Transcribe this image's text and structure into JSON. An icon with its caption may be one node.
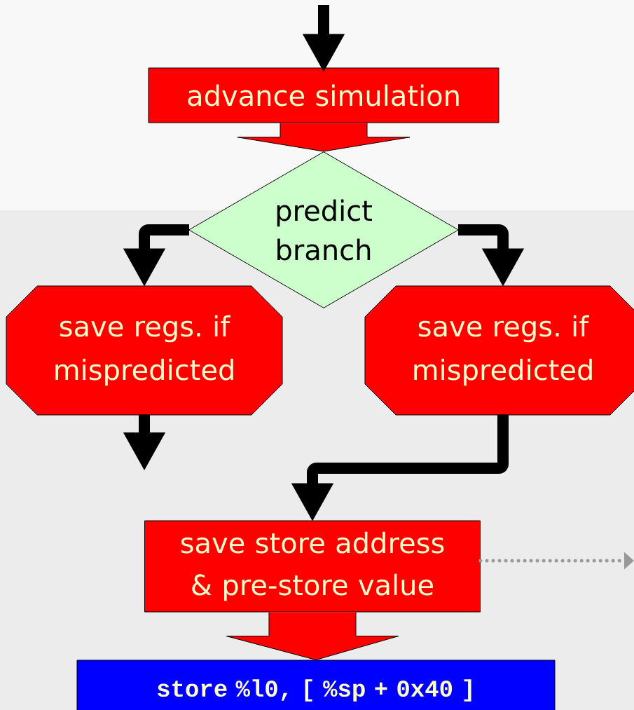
{
  "diagram": {
    "nodes": [
      {
        "text": [
          "advance simulation"
        ]
      },
      {
        "text": [
          "predict branch"
        ]
      },
      {
        "text": [
          "save regs. if mispredicted"
        ]
      },
      {
        "text": [
          "save regs. if mispredicted"
        ]
      },
      {
        "text": [
          "save store address & pre-store value"
        ]
      },
      {
        "text": [
          "store %l0, [ %sp + 0x40 ]"
        ]
      }
    ],
    "edges": [
      {
        "from": null,
        "to": 0,
        "arrow": "to"
      },
      {
        "from": 0,
        "to": 1,
        "arrow": "to",
        "style": "thick",
        "color": "#ff0000"
      },
      {
        "from": 1,
        "to": 2,
        "arrow": "to"
      },
      {
        "from": 1,
        "to": 3,
        "arrow": "to"
      },
      {
        "from": 2,
        "to": null,
        "arrow": "to"
      },
      {
        "from": 3,
        "to": 4,
        "arrow": "to"
      },
      {
        "from": 4,
        "to": 5,
        "arrow": "to",
        "style": "thick",
        "color": "#ff0000"
      },
      {
        "from": 4,
        "to": null,
        "arrow": "to",
        "style": "dashed",
        "color": "#999999"
      }
    ]
  }
}
